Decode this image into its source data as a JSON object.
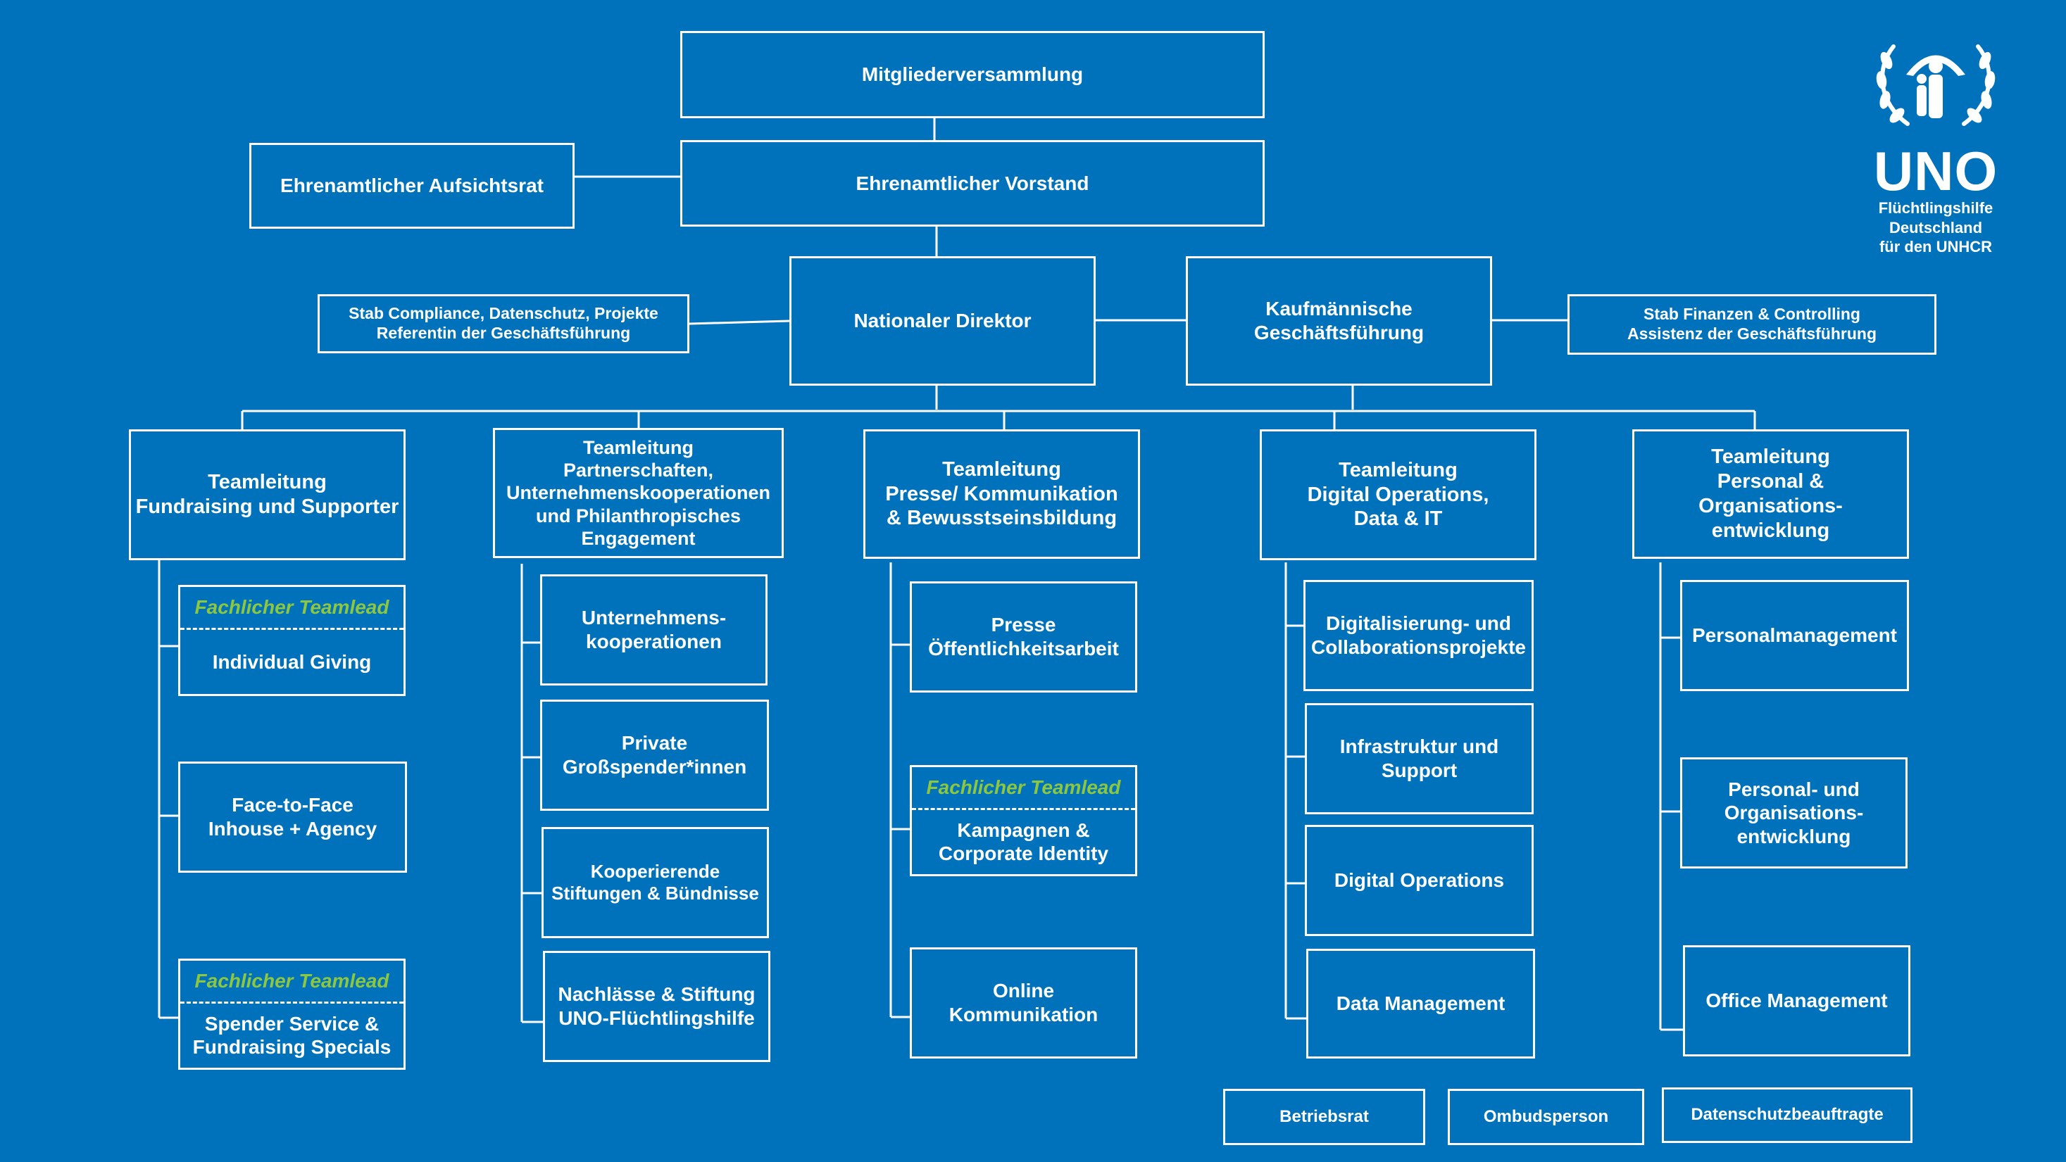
{
  "governance": {
    "mitgliederversammlung": "Mitgliederversammlung",
    "vorstand": "Ehrenamtlicher Vorstand",
    "aufsichtsrat": "Ehrenamtlicher Aufsichtsrat"
  },
  "leadership": {
    "direktor": "Nationaler Direktor",
    "kaufm": [
      "Kaufmännische",
      "Geschäftsführung"
    ],
    "stab_left": [
      "Stab Compliance, Datenschutz, Projekte",
      "Referentin der Geschäftsführung"
    ],
    "stab_right": [
      "Stab Finanzen & Controlling",
      "Assistenz der Geschäftsführung"
    ]
  },
  "teams": {
    "fundraising": {
      "lead": [
        "Teamleitung",
        "Fundraising und Supporter"
      ],
      "units": {
        "individual_giving": {
          "tag": "Fachlicher Teamlead",
          "label": [
            "Individual Giving"
          ]
        },
        "face_to_face": [
          "Face-to-Face",
          "Inhouse + Agency"
        ],
        "spender_service": {
          "tag": "Fachlicher Teamlead",
          "label": [
            "Spender Service &",
            "Fundraising  Specials"
          ]
        }
      }
    },
    "partnerschaften": {
      "lead": [
        "Teamleitung",
        "Partnerschaften,",
        "Unternehmenskooperationen",
        "und Philanthropisches",
        "Engagement"
      ],
      "units": {
        "unternehmen": [
          "Unternehmens-",
          "kooperationen"
        ],
        "private": [
          "Private",
          "Großspender*innen"
        ],
        "stiftungen": [
          "Kooperierende",
          "Stiftungen & Bündnisse"
        ],
        "nachlaesse": [
          "Nachlässe & Stiftung",
          "UNO-Flüchtlingshilfe"
        ]
      }
    },
    "presse": {
      "lead": [
        "Teamleitung",
        "Presse/ Kommunikation",
        "& Bewusstseinsbildung"
      ],
      "units": {
        "presse": [
          "Presse",
          "Öffentlichkeitsarbeit"
        ],
        "kampagnen": {
          "tag": "Fachlicher Teamlead",
          "label": [
            "Kampagnen &",
            "Corporate Identity"
          ]
        },
        "online": [
          "Online",
          "Kommunikation"
        ]
      }
    },
    "digital": {
      "lead": [
        "Teamleitung",
        "Digital Operations,",
        "Data & IT"
      ],
      "units": {
        "digitalisierung": [
          "Digitalisierung- und",
          "Collaborationsprojekte"
        ],
        "infrastruktur": [
          "Infrastruktur und",
          "Support"
        ],
        "digital_ops": [
          "Digital Operations"
        ],
        "data_mgmt": [
          "Data Management"
        ]
      }
    },
    "personal": {
      "lead": [
        "Teamleitung",
        "Personal &",
        "Organisations-",
        "entwicklung"
      ],
      "units": {
        "personalmanagement": [
          "Personalmanagement"
        ],
        "orgentwicklung": [
          "Personal- und",
          "Organisations-",
          "entwicklung"
        ],
        "office": [
          "Office Management"
        ]
      }
    }
  },
  "bottom": {
    "betriebsrat": "Betriebsrat",
    "ombudsperson": "Ombudsperson",
    "datenschutz": "Datenschutzbeauftragte"
  },
  "logo": {
    "name": "UNO",
    "sub": [
      "Flüchtlingshilfe",
      "Deutschland",
      "für den UNHCR"
    ]
  }
}
